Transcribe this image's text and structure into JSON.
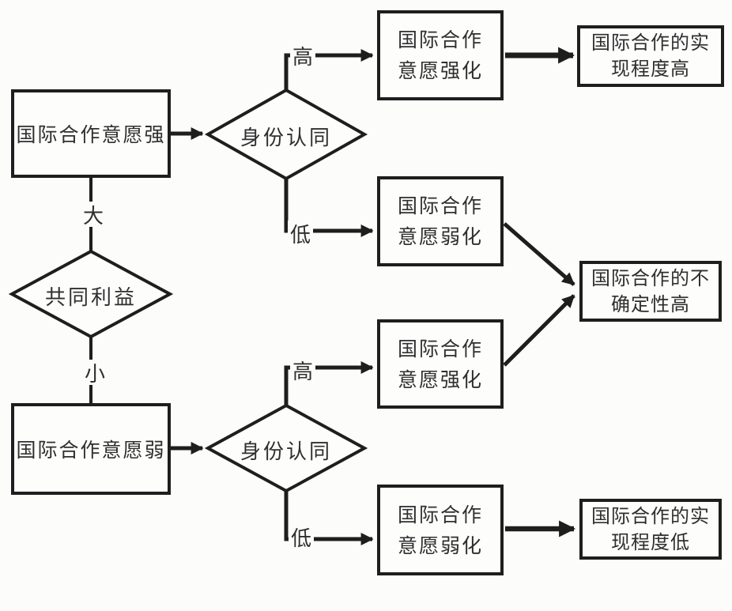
{
  "diagram": {
    "type": "flowchart",
    "nodes": {
      "will_strong": {
        "label": "国际合作意愿强"
      },
      "will_weak": {
        "label": "国际合作意愿弱"
      },
      "common_interest": {
        "label": "共同利益"
      },
      "identity_top": {
        "label": "身份认同"
      },
      "identity_bottom": {
        "label": "身份认同"
      },
      "strengthen_top": {
        "line1": "国际合作",
        "line2": "意愿强化"
      },
      "weaken_mid": {
        "line1": "国际合作",
        "line2": "意愿弱化"
      },
      "strengthen_mid": {
        "line1": "国际合作",
        "line2": "意愿强化"
      },
      "weaken_bottom": {
        "line1": "国际合作",
        "line2": "意愿弱化"
      },
      "outcome_high": {
        "line1": "国际合作的实",
        "line2": "现程度高"
      },
      "outcome_uncertain": {
        "line1": "国际合作的不",
        "line2": "确定性高"
      },
      "outcome_low": {
        "line1": "国际合作的实",
        "line2": "现程度低"
      }
    },
    "edge_labels": {
      "big": "大",
      "small": "小",
      "high_top": "高",
      "low_top": "低",
      "high_mid": "高",
      "low_bottom": "低"
    },
    "colors": {
      "line": "#1e1e1e",
      "text": "#2f2f2f",
      "background": "#fcfcfa",
      "node_fill": "#fdfdfc"
    }
  }
}
